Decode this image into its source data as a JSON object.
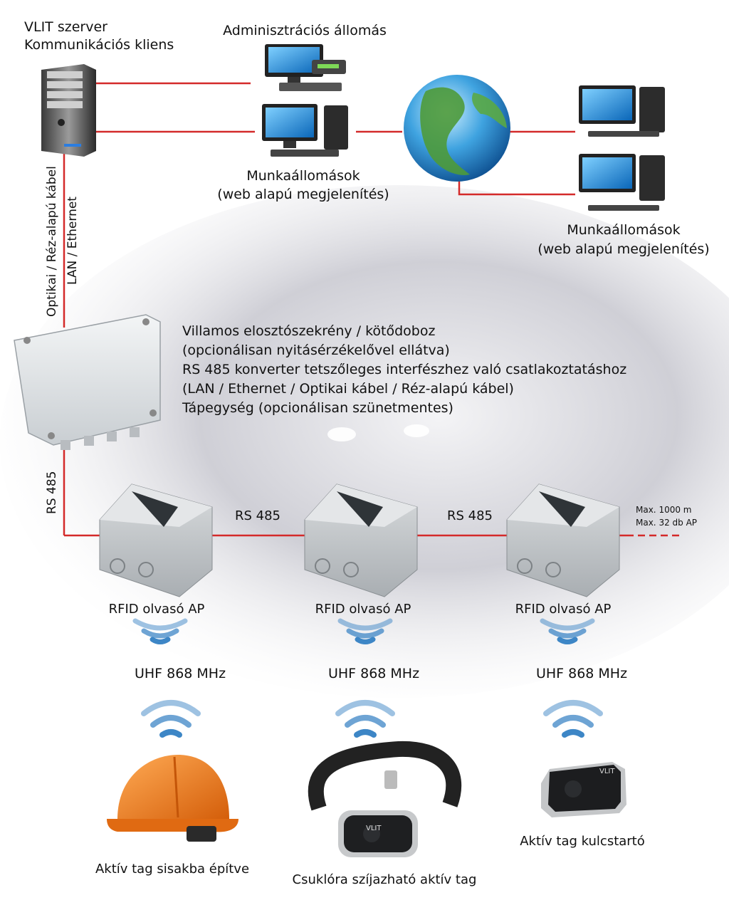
{
  "server": {
    "line1": "VLIT szerver",
    "line2": "Kommunikációs kliens"
  },
  "admin_station": {
    "label": "Adminisztrációs állomás"
  },
  "workstations_local": {
    "line1": "Munkaállomások",
    "line2": "(web alapú megjelenítés)"
  },
  "workstations_remote": {
    "line1": "Munkaállomások",
    "line2": "(web alapú megjelenítés)"
  },
  "backbone_cable": {
    "line1": "Optikai / Réz-alapú kábel",
    "line2": "LAN / Ethernet"
  },
  "cabinet": {
    "lines": [
      "Villamos elosztószekrény / kötődoboz",
      "(opcionálisan nyitásérzékelővel ellátva)",
      "RS 485 konverter tetszőleges interfészhez való csatlakoztatáshoz",
      "(LAN / Ethernet / Optikai kábel / Réz-alapú kábel)",
      "Tápegység (opcionálisan szünetmentes)"
    ]
  },
  "bus": {
    "vertical_label": "RS 485",
    "segment_label_1": "RS 485",
    "segment_label_2": "RS 485",
    "limit_1": "Max. 1000 m",
    "limit_2": "Max. 32 db AP"
  },
  "readers": [
    {
      "label": "RFID olvasó AP",
      "radio": "UHF 868 MHz"
    },
    {
      "label": "RFID olvasó AP",
      "radio": "UHF 868 MHz"
    },
    {
      "label": "RFID olvasó AP",
      "radio": "UHF 868 MHz"
    }
  ],
  "tags": {
    "helmet": "Aktív tag sisakba építve",
    "wristband": "Csuklóra szíjazható aktív tag",
    "keyfob": "Aktív tag kulcstartó",
    "brand_mark": "VLIT"
  },
  "colors": {
    "link": "#d42a2a",
    "wave": "#3d86c6",
    "helmet": "#f07c1e"
  }
}
